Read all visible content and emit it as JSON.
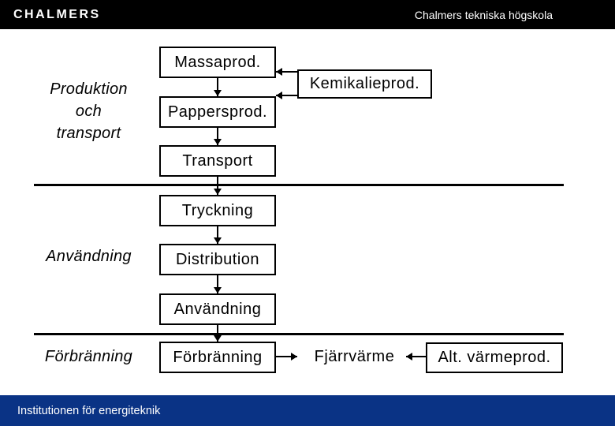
{
  "header": {
    "logo": "CHALMERS",
    "subtitle": "Chalmers tekniska högskola",
    "bar_color": "#000000"
  },
  "footer": {
    "text": "Institutionen för energiteknik",
    "bar_color": "#0a3385"
  },
  "diagram": {
    "left_labels": [
      {
        "lines": [
          "Produktion",
          "och",
          "transport"
        ]
      },
      {
        "lines": [
          "Användning"
        ]
      },
      {
        "lines": [
          "Förbränning"
        ]
      }
    ],
    "process_boxes": [
      {
        "label": "Massaprod."
      },
      {
        "label": "Pappersprod."
      },
      {
        "label": "Transport"
      },
      {
        "label": "Tryckning"
      },
      {
        "label": "Distribution"
      },
      {
        "label": "Användning"
      },
      {
        "label": "Förbränning"
      }
    ],
    "side_boxes": [
      {
        "label": "Kemikalieprod."
      },
      {
        "label": "Alt. värmeprod."
      }
    ],
    "floating_label": "Fjärrvärme",
    "line_color": "#000000"
  }
}
